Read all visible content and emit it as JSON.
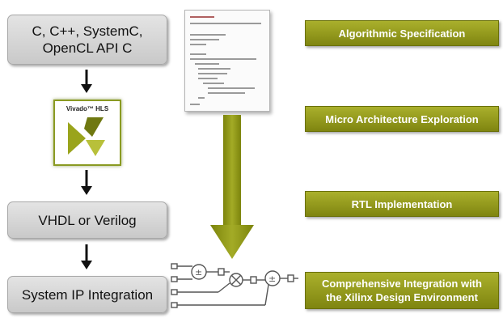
{
  "flow": {
    "source_box": "C, C++, SystemC, OpenCL API C",
    "hls_tool": "Vivado™ HLS",
    "hdl_box": "VHDL or Verilog",
    "ip_box": "System IP Integration"
  },
  "stages": [
    {
      "label": "Algorithmic Specification"
    },
    {
      "label": "Micro Architecture Exploration"
    },
    {
      "label": "RTL Implementation"
    },
    {
      "label": "Comprehensive Integration with the Xilinx Design Environment"
    }
  ],
  "colors": {
    "stage_green": "#8f9520",
    "box_gray": "#d5d5d5",
    "arrow_olive": "#8a9212"
  },
  "icons": {
    "hls_logo": "vivado-hls-logo-icon",
    "code": "code-listing-icon",
    "rtl": "rtl-circuit-icon"
  }
}
